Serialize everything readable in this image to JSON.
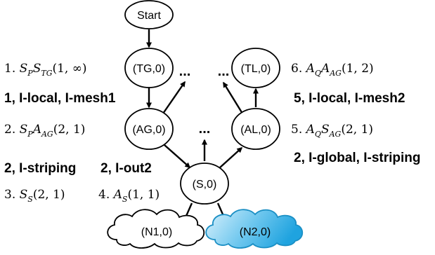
{
  "nodes": {
    "start": "Start",
    "tg": "(TG,0)",
    "tl": "(TL,0)",
    "ag": "(AG,0)",
    "al": "(AL,0)",
    "s": "(S,0)",
    "n1": "(N1,0)",
    "n2": "(N2,0)"
  },
  "ellipses": {
    "top": "...",
    "mid": "..."
  },
  "steps": {
    "s1": {
      "num": "1.",
      "main": "S",
      "sub1": "P",
      "main2": "S",
      "sub2": "TG",
      "args": "(1, ∞)"
    },
    "s2": {
      "num": "2.",
      "main": "S",
      "sub1": "P",
      "main2": "A",
      "sub2": "AG",
      "args": "(2, 1)"
    },
    "s3": {
      "num": "3.",
      "main": "S",
      "sub1": "S",
      "args": "(2, 1)"
    },
    "s4": {
      "num": "4.",
      "main": "A",
      "sub1": "S",
      "args": "(1, 1)"
    },
    "s5": {
      "num": "5.",
      "main": "A",
      "sub1": "Q",
      "main2": "S",
      "sub2": "AG",
      "args": "(2, 1)"
    },
    "s6": {
      "num": "6.",
      "main": "A",
      "sub1": "Q",
      "main2": "A",
      "sub2": "AG",
      "args": "(1, 2)"
    }
  },
  "labels": {
    "l1": "1, I-local, I-mesh1",
    "l2": "2, I-striping",
    "l3": "2, I-out2",
    "l4": "5, I-local, I-mesh2",
    "l5": "2, I-global, I-striping"
  },
  "colors": {
    "cloud_fill": "#29ABE2",
    "cloud_fill_light": "#BDE6F8",
    "stroke": "#000000"
  }
}
